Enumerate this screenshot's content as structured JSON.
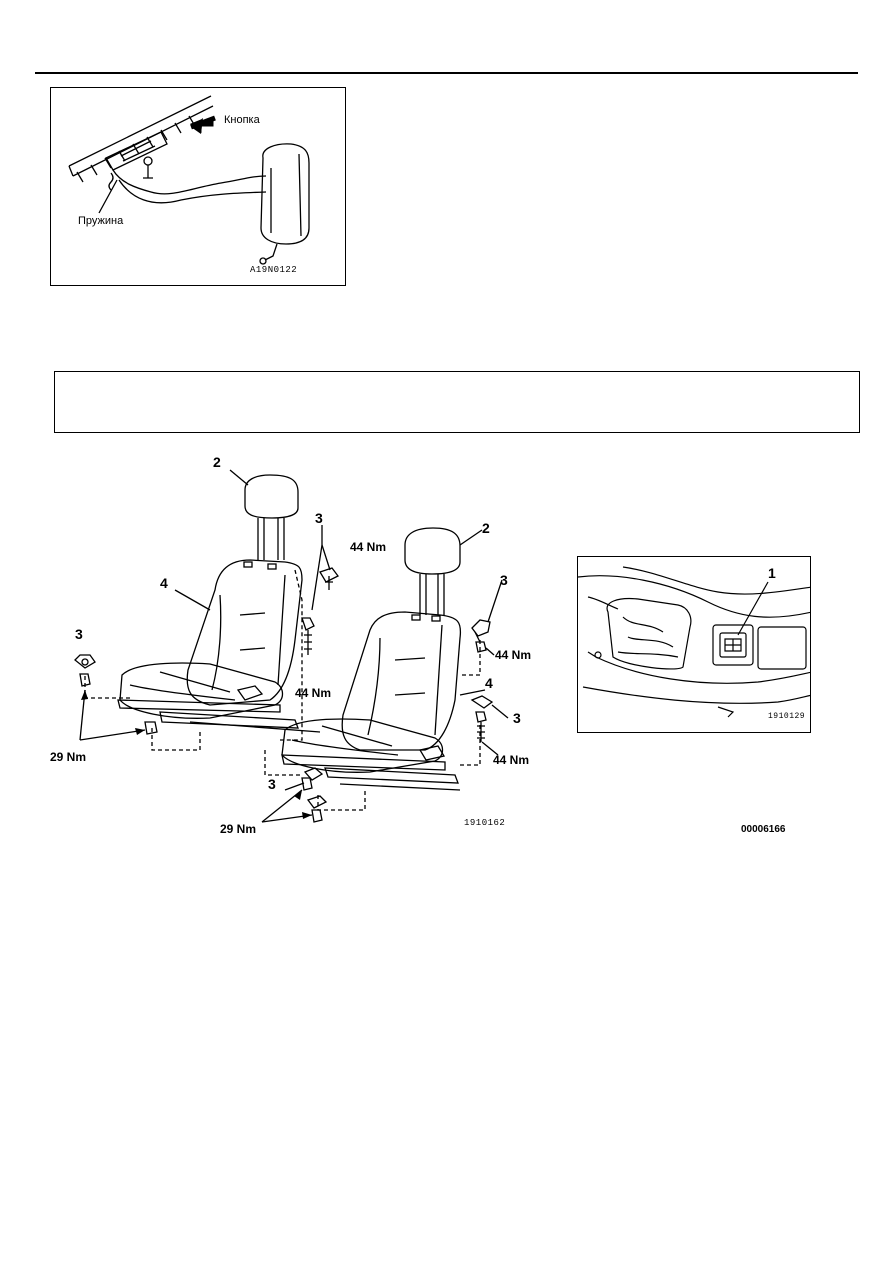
{
  "figure_headrest": {
    "label_button": "Кнопка",
    "label_spring": "Пружина",
    "code": "A19N0122"
  },
  "note_box": {
    "text": ""
  },
  "figure_seats": {
    "callouts": {
      "c2_left": "2",
      "c2_right": "2",
      "c3_top": "3",
      "c3_right_top": "3",
      "c3_left": "3",
      "c3_right_mid": "3",
      "c3_bottom": "3",
      "c4_left": "4",
      "c4_right": "4"
    },
    "torques": {
      "t44_top": "44 Nm",
      "t44_mid": "44 Nm",
      "t44_right_top": "44 Nm",
      "t44_right_bottom": "44 Nm",
      "t29_left": "29 Nm",
      "t29_bottom": "29 Nm"
    },
    "code": "1910162"
  },
  "figure_switch": {
    "callout": "1",
    "code": "1910129"
  },
  "doc_number": "00006166"
}
